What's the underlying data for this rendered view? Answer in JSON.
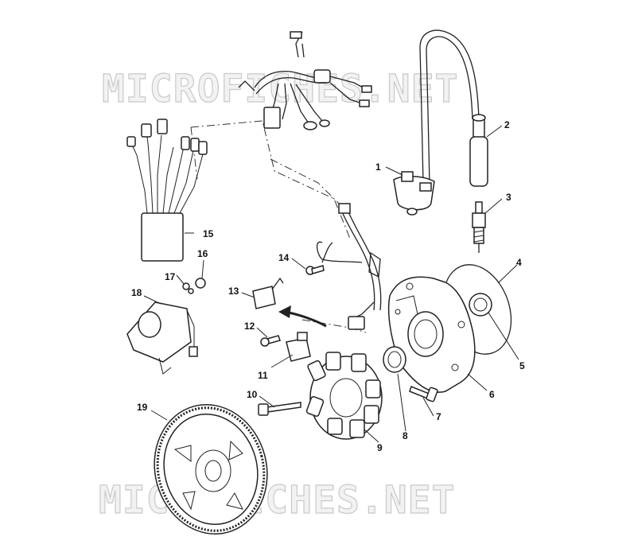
{
  "watermark": {
    "top_text": "MICROFICHES.NET",
    "bottom_text": "MICROFICHES.NET"
  },
  "callouts": [
    {
      "id": "1"
    },
    {
      "id": "2"
    },
    {
      "id": "3"
    },
    {
      "id": "4"
    },
    {
      "id": "5"
    },
    {
      "id": "6"
    },
    {
      "id": "7"
    },
    {
      "id": "8"
    },
    {
      "id": "9"
    },
    {
      "id": "10"
    },
    {
      "id": "11"
    },
    {
      "id": "12"
    },
    {
      "id": "13"
    },
    {
      "id": "14"
    },
    {
      "id": "15"
    },
    {
      "id": "16"
    },
    {
      "id": "17"
    },
    {
      "id": "18"
    },
    {
      "id": "19"
    }
  ]
}
